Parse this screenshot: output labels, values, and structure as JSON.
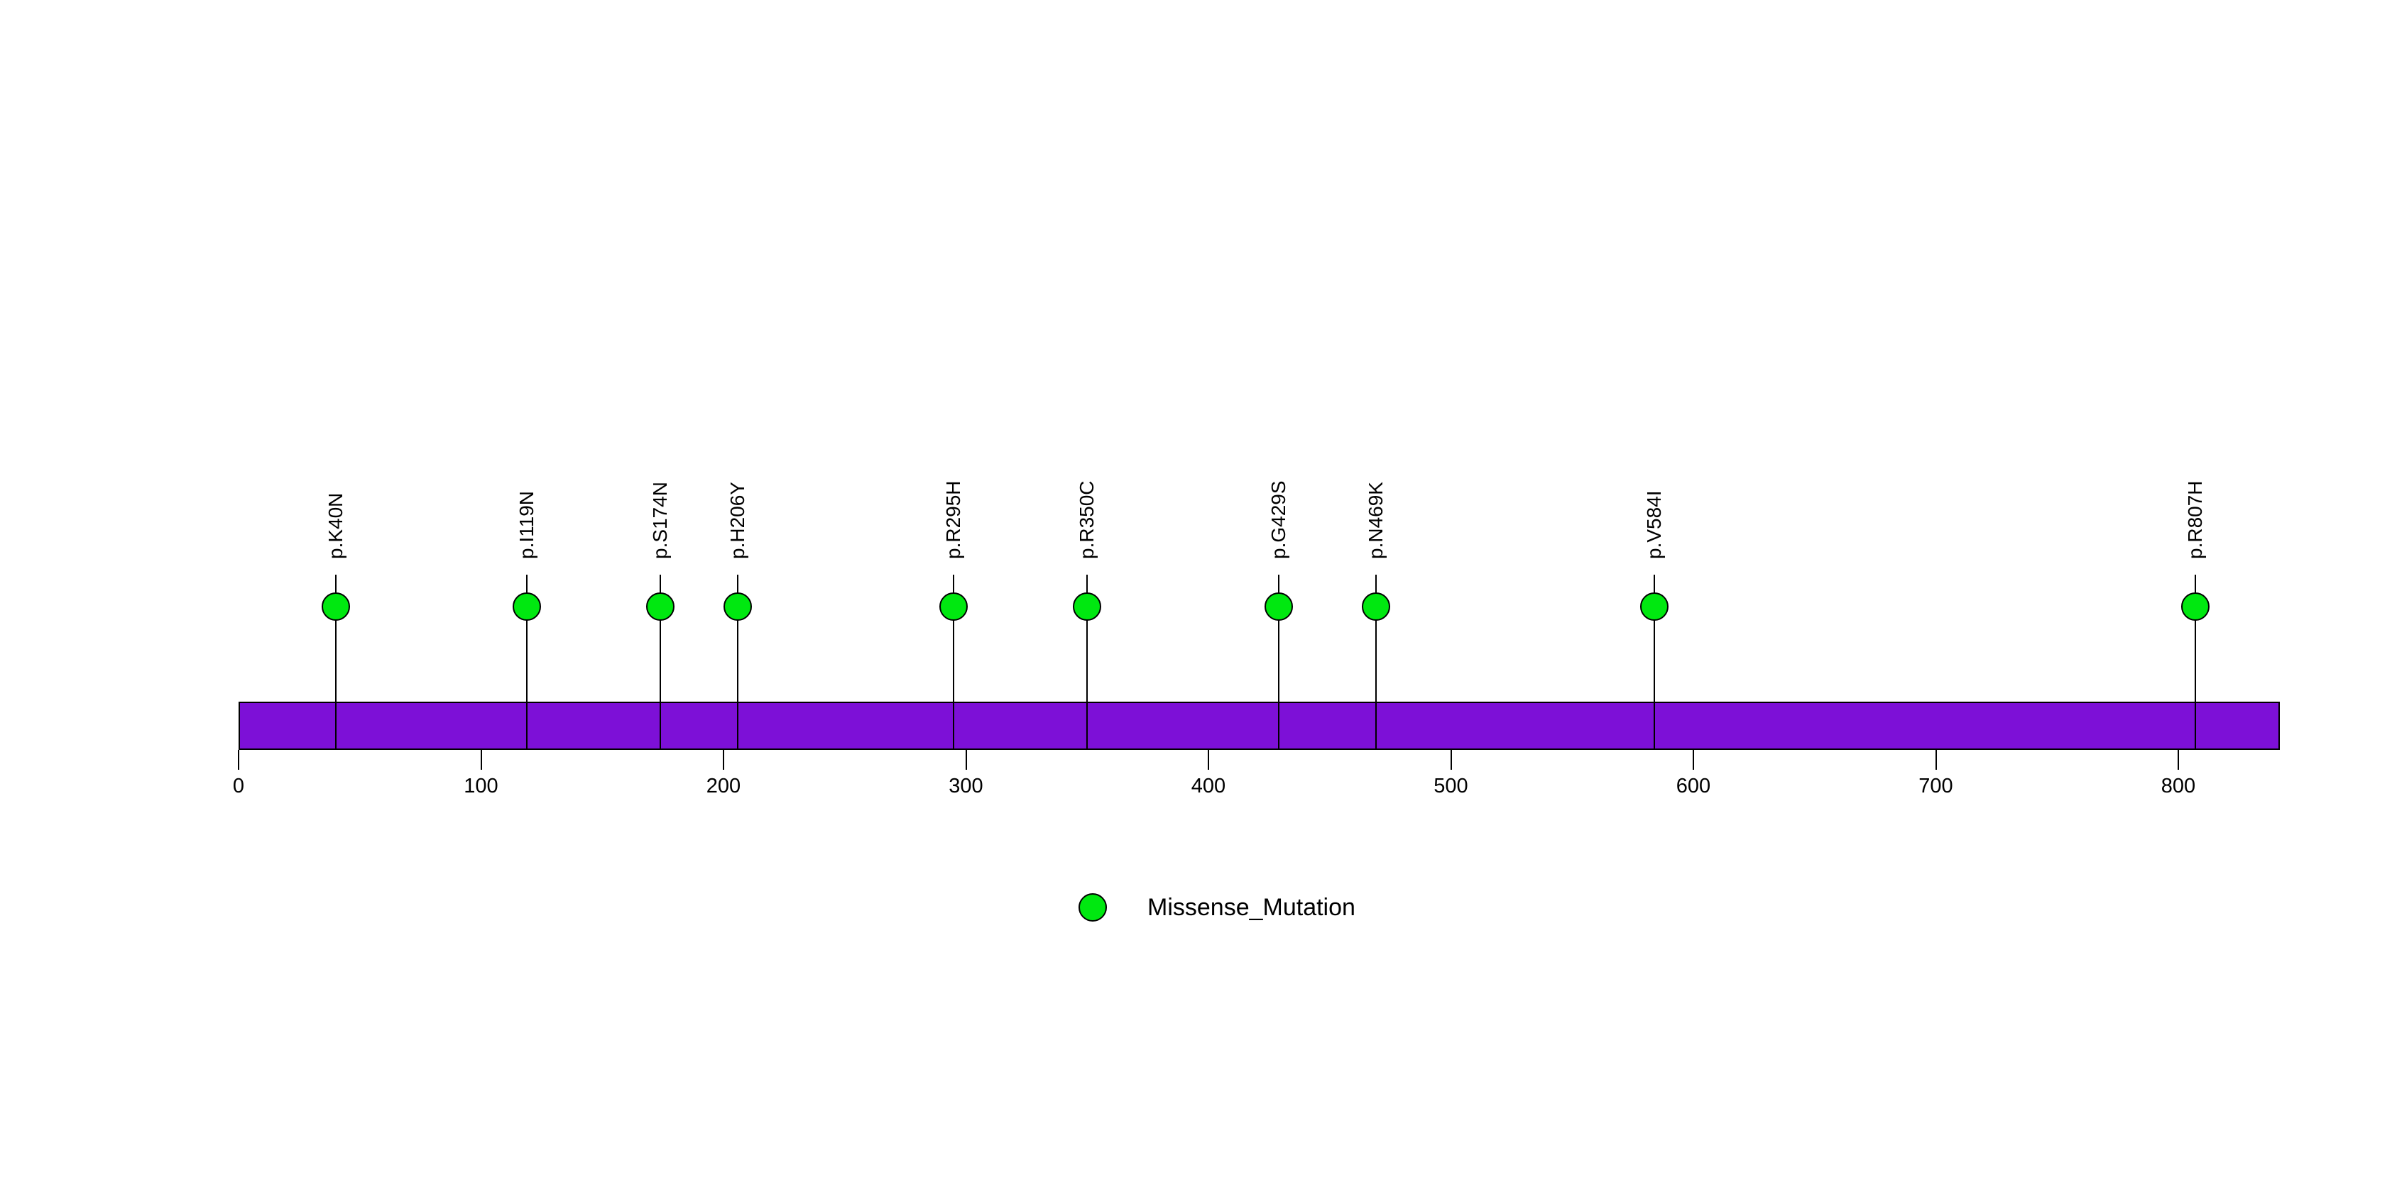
{
  "chart_data": {
    "type": "lollipop",
    "title": "",
    "xlabel": "",
    "ylabel": "",
    "grid": false,
    "x_axis": {
      "min": 0,
      "max": 842,
      "ticks": [
        0,
        100,
        200,
        300,
        400,
        500,
        600,
        700,
        800
      ]
    },
    "protein_bar": {
      "start": 0,
      "end": 842,
      "color": "#7D10D7",
      "border_color": "#000000"
    },
    "marker": {
      "fill": "#00E810",
      "stroke": "#000000"
    },
    "mutations": [
      {
        "label": "p.K40N",
        "position": 40,
        "class": "Missense_Mutation"
      },
      {
        "label": "p.I119N",
        "position": 119,
        "class": "Missense_Mutation"
      },
      {
        "label": "p.S174N",
        "position": 174,
        "class": "Missense_Mutation"
      },
      {
        "label": "p.H206Y",
        "position": 206,
        "class": "Missense_Mutation"
      },
      {
        "label": "p.R295H",
        "position": 295,
        "class": "Missense_Mutation"
      },
      {
        "label": "p.R350C",
        "position": 350,
        "class": "Missense_Mutation"
      },
      {
        "label": "p.G429S",
        "position": 429,
        "class": "Missense_Mutation"
      },
      {
        "label": "p.N469K",
        "position": 469,
        "class": "Missense_Mutation"
      },
      {
        "label": "p.V584I",
        "position": 584,
        "class": "Missense_Mutation"
      },
      {
        "label": "p.R807H",
        "position": 807,
        "class": "Missense_Mutation"
      }
    ],
    "legend": {
      "position": "bottom",
      "items": [
        {
          "label": "Missense_Mutation",
          "color": "#00E810"
        }
      ]
    }
  }
}
